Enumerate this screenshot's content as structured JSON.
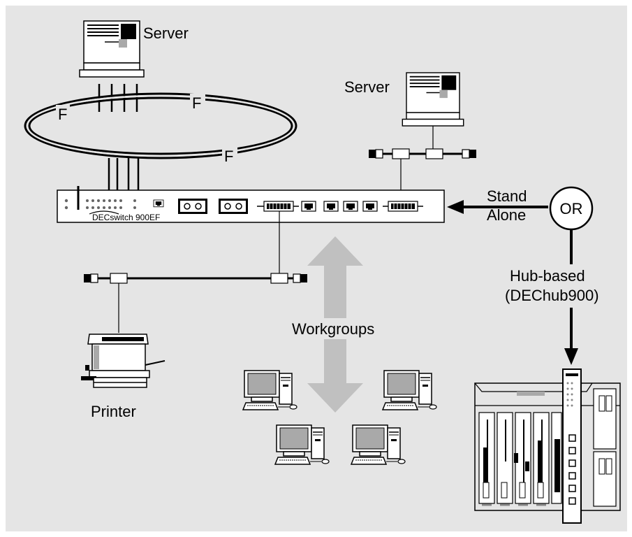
{
  "colors": {
    "background_panel": "#e5e5e5",
    "line": "#000000",
    "device_fill": "#ffffff",
    "dark_fill": "#000000",
    "mid_gray": "#a9a9a9",
    "arrow_gray": "#c0c0c0"
  },
  "labels": {
    "server_top": "Server",
    "server_right": "Server",
    "ring_f1": "F",
    "ring_f2": "F",
    "ring_f3": "F",
    "switch_name": "DECswitch 900EF",
    "stand": "Stand",
    "alone": "Alone",
    "or": "OR",
    "hub_based": "Hub-based",
    "dechub": "(DEChub900)",
    "workgroups": "Workgroups",
    "printer": "Printer"
  },
  "icons": {
    "server": "server-icon",
    "workstation": "workstation-icon",
    "printer": "printer-icon",
    "switch": "network-switch-icon",
    "hub": "hub-chassis-icon"
  }
}
